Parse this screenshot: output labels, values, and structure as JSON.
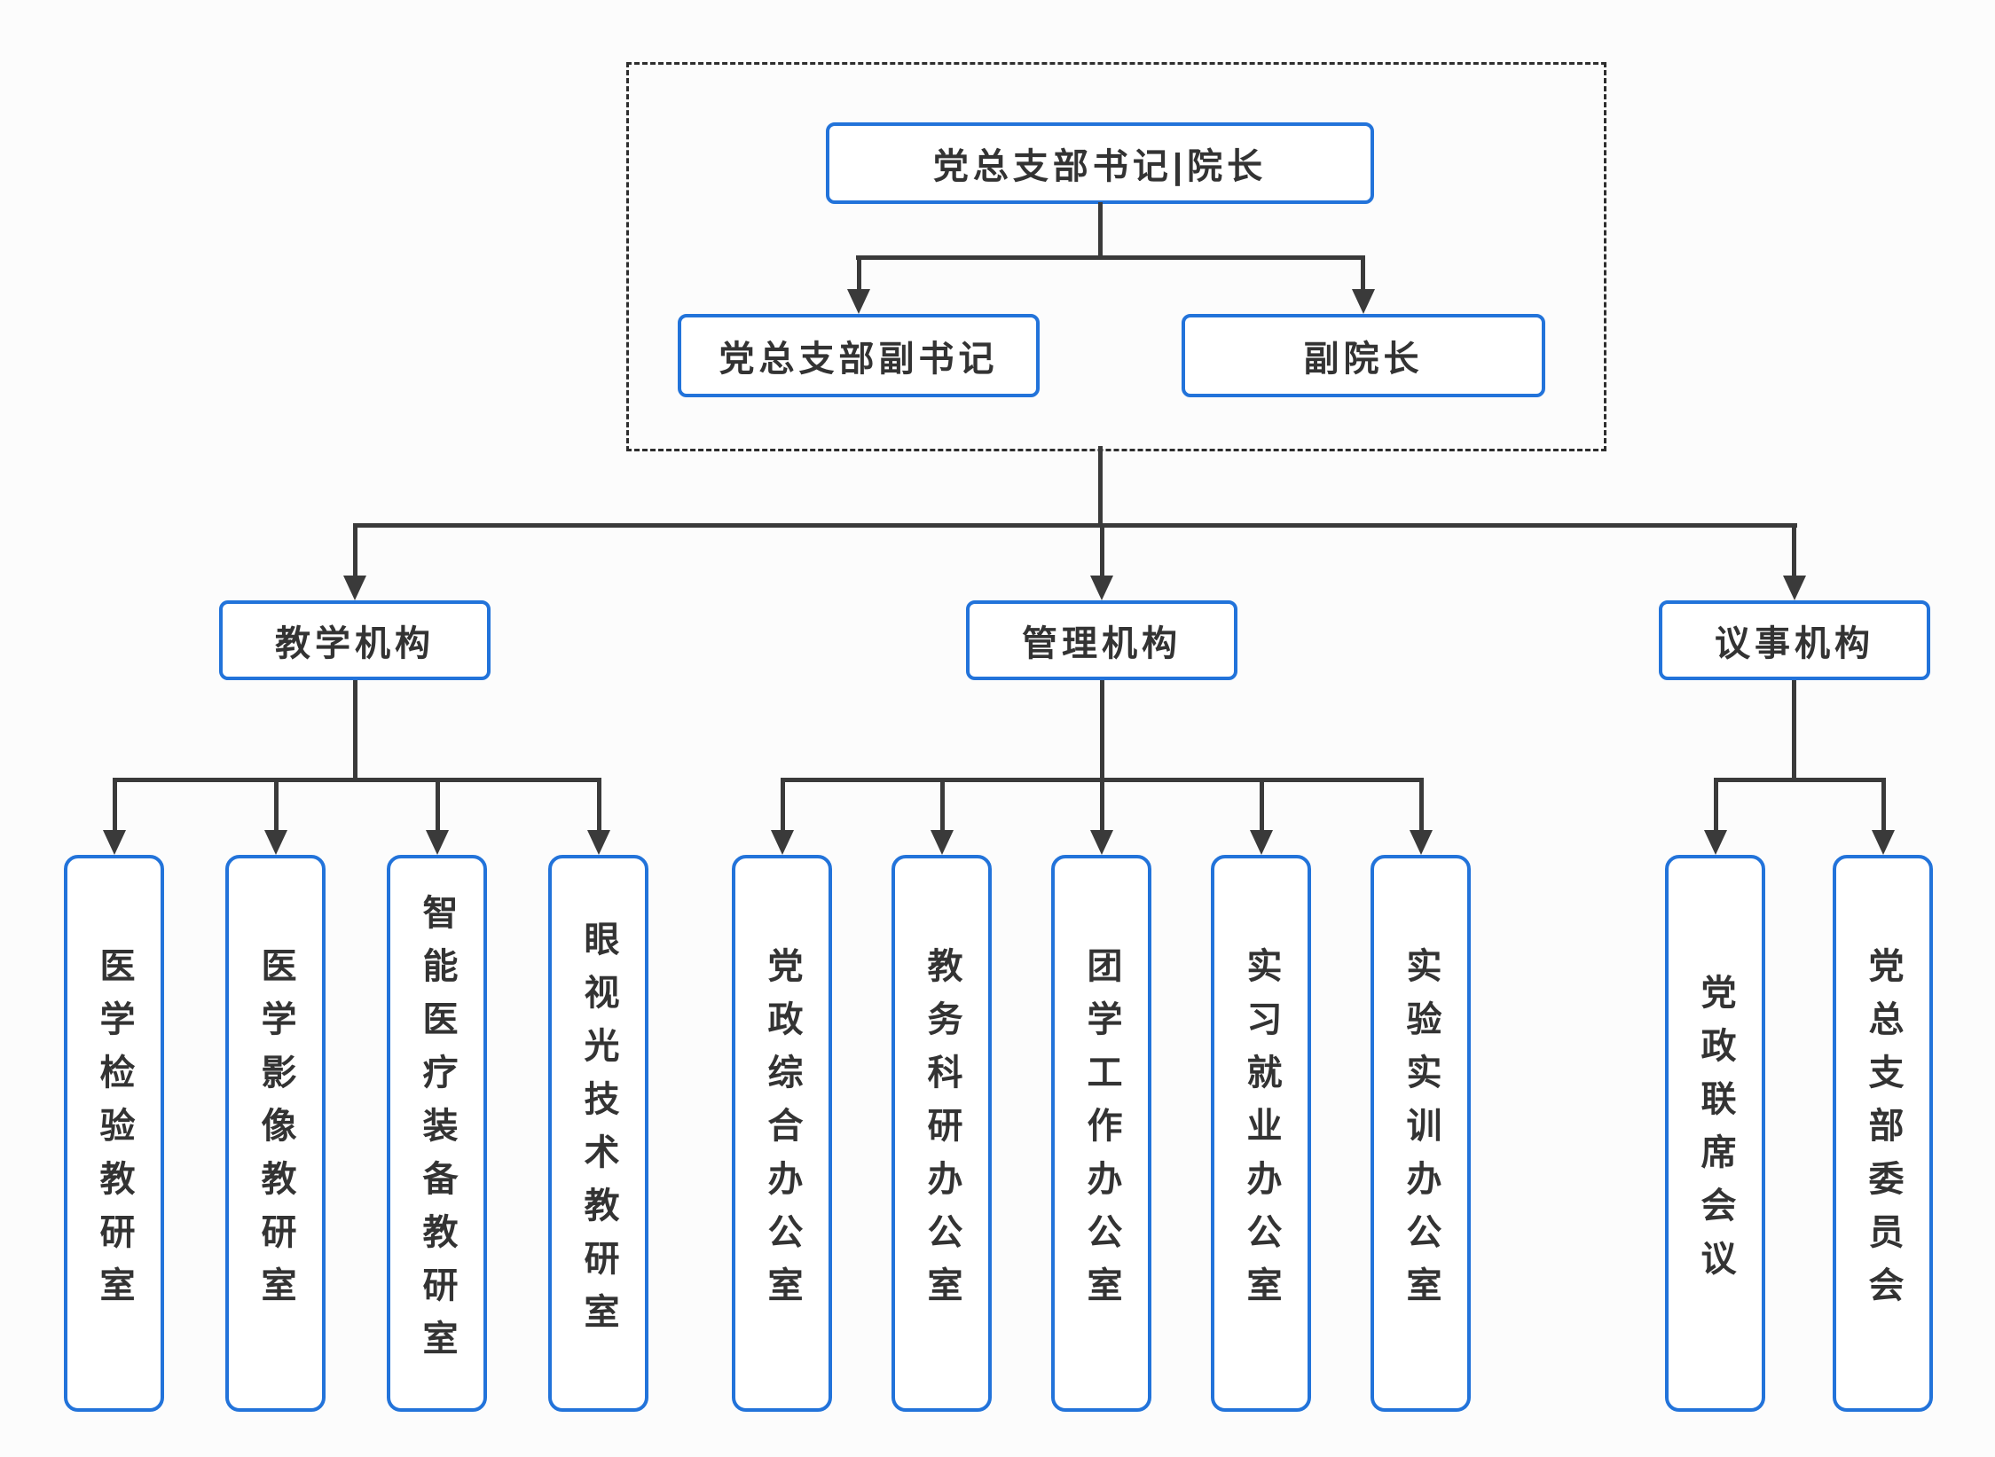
{
  "colors": {
    "node_border": "#2273DA",
    "node_fill": "#FFFFFF",
    "connector": "#3A3A3A",
    "text": "#333333",
    "frame_border": "#2E2E2E",
    "background": "#FCFCFC"
  },
  "org_chart": {
    "root": {
      "label": "党总支部书记|院长"
    },
    "deputies": [
      {
        "label": "党总支部副书记"
      },
      {
        "label": "副院长"
      }
    ],
    "branches": [
      {
        "label": "教学机构",
        "children": [
          "医学检验教研室",
          "医学影像教研室",
          "智能医疗装备教研室",
          "眼视光技术教研室"
        ]
      },
      {
        "label": "管理机构",
        "children": [
          "党政综合办公室",
          "教务科研办公室",
          "团学工作办公室",
          "实习就业办公室",
          "实验实训办公室"
        ]
      },
      {
        "label": "议事机构",
        "children": [
          "党政联席会议",
          "党总支部委员会"
        ]
      }
    ]
  }
}
